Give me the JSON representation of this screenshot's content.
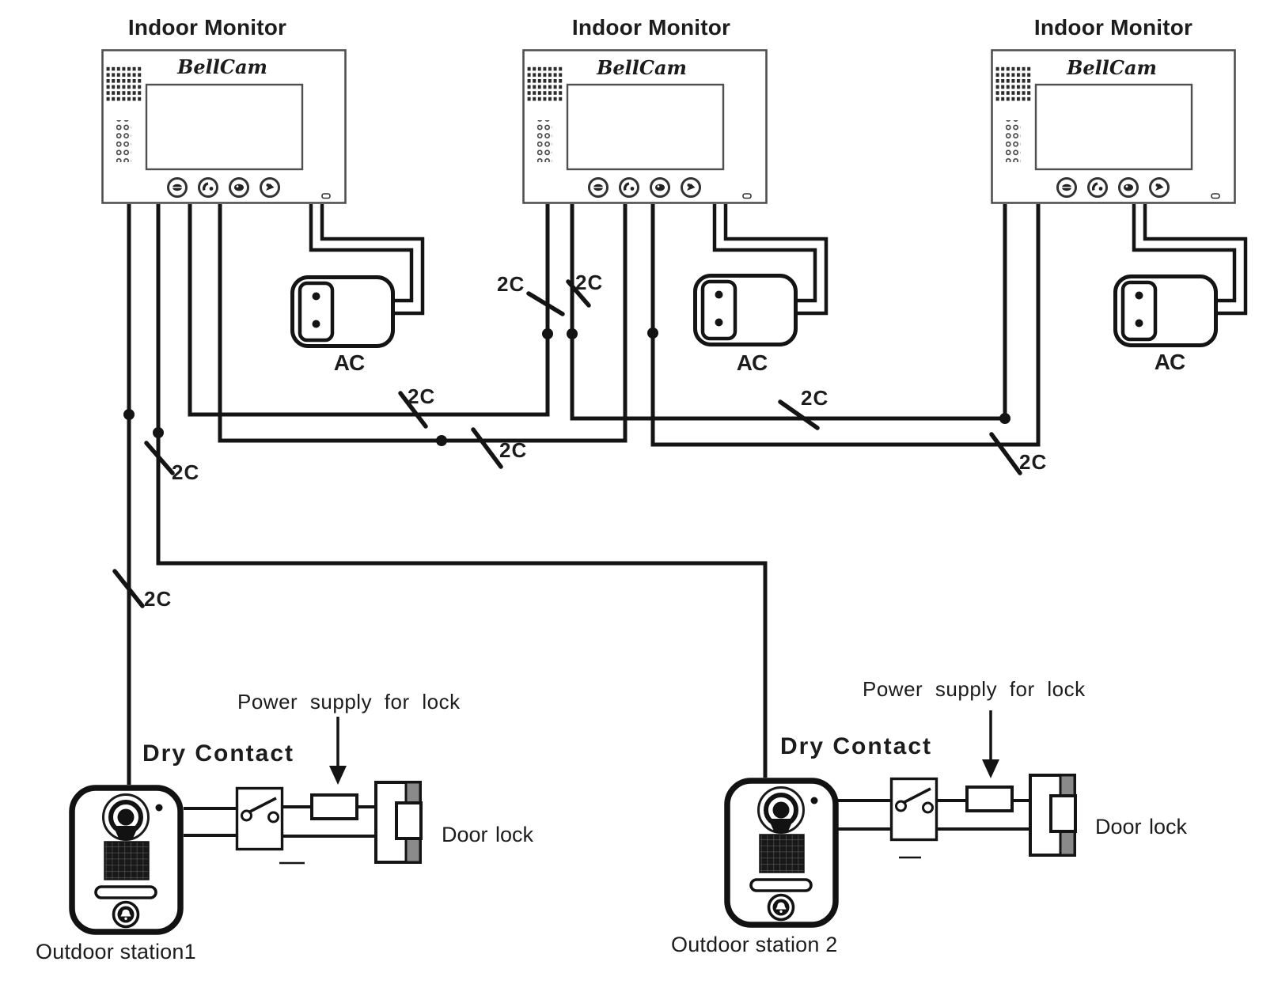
{
  "diagram": {
    "monitors": [
      {
        "title": "Indoor Monitor",
        "brand": "BellCam"
      },
      {
        "title": "Indoor Monitor",
        "brand": "BellCam"
      },
      {
        "title": "Indoor Monitor",
        "brand": "BellCam"
      }
    ],
    "power_adapters": [
      {
        "label": "AC"
      },
      {
        "label": "AC"
      },
      {
        "label": "AC"
      }
    ],
    "cable_markers": [
      {
        "text": "2C"
      },
      {
        "text": "2C"
      },
      {
        "text": "2C"
      },
      {
        "text": "2C"
      },
      {
        "text": "2C"
      },
      {
        "text": "2C"
      },
      {
        "text": "2C"
      },
      {
        "text": "2C"
      }
    ],
    "stations": [
      {
        "label": "Outdoor station1"
      },
      {
        "label": "Outdoor station 2"
      }
    ],
    "lock_circuits": [
      {
        "dry_contact": "Dry Contact",
        "power_supply": "Power supply for lock",
        "door_lock": "Door lock"
      },
      {
        "dry_contact": "Dry Contact",
        "power_supply": "Power supply for lock",
        "door_lock": "Door lock"
      }
    ],
    "colors": {
      "line": "#141414",
      "device_outline": "#4f4f4f",
      "lock_shade": "#8a8a8a"
    }
  }
}
